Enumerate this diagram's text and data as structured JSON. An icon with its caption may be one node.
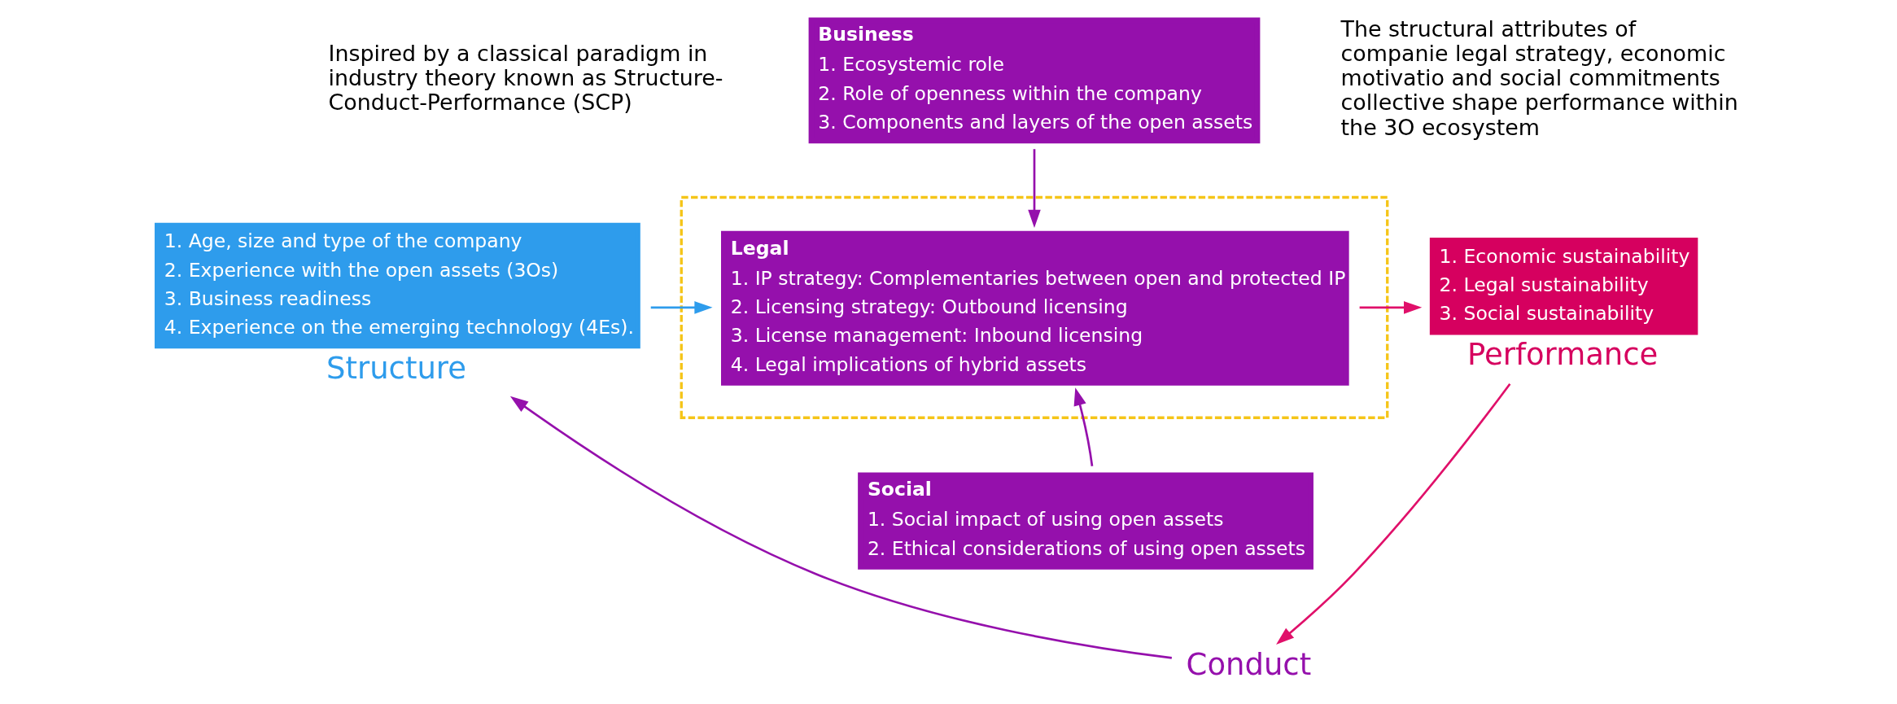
{
  "diagram": {
    "nodes": [
      {
        "text": [
          "1. Age, size and type of the company",
          "2. Experience with the open assets (3Os)",
          "3. Business readiness",
          "4. Experience on the emerging technology (4Es)."
        ],
        "beside": [
          "Structure"
        ]
      },
      {
        "text": [],
        "shape": "box"
      },
      {
        "text": [
          "Business",
          "1. Ecosystemic role",
          "2. Role of openness within the company",
          "3. Components and layers of the open assets"
        ]
      },
      {
        "text": [
          "Legal",
          "1. IP strategy: Complementaries between open and protected IP",
          "2. Licensing strategy: Outbound licensing",
          "3. License management: Inbound licensing",
          "4. Legal implications of hybrid assets"
        ],
        "in": 1
      },
      {
        "text": [
          "Social",
          "1. Social impact of using open assets",
          "2. Ethical considerations of using open assets"
        ]
      },
      {
        "text": [
          "1. Economic sustainability",
          "2. Legal sustainability",
          "3. Social sustainability"
        ],
        "beside": [
          "Performance"
        ]
      },
      {
        "text": [
          "Conduct"
        ]
      }
    ],
    "edges": [
      {
        "from": 0,
        "to": 3,
        "arrow": "to",
        "color": "#2e9cec"
      },
      {
        "from": 2,
        "to": 3,
        "arrow": "to"
      },
      {
        "from": 4,
        "to": 3,
        "arrow": "to"
      },
      {
        "from": 3,
        "to": 5,
        "arrow": "to",
        "color": "#e0106a"
      },
      {
        "from": 5,
        "to": 6,
        "arrow": "to",
        "color": "#e0106a"
      },
      {
        "from": 6,
        "to": 0,
        "arrow": "to"
      }
    ],
    "labels": [
      "Inspired by a classical paradigm in industry theory known as Structure-Conduct-Performance (SCP)",
      "The structural attributes of companie legal strategy, economic motivatio and social commitments collective shape performance within the 3O ecosystem"
    ]
  }
}
